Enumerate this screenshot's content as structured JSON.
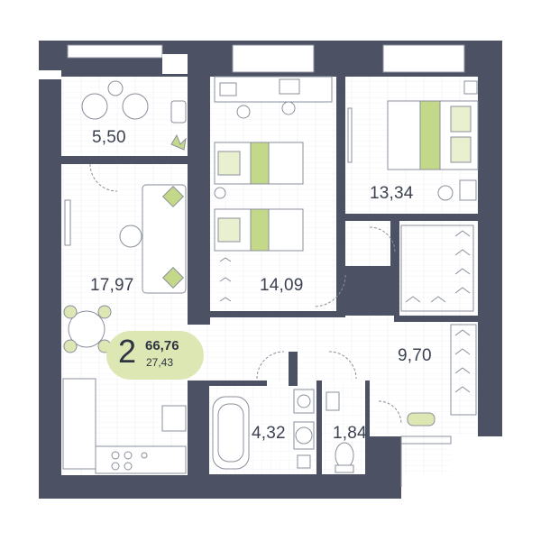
{
  "apartment": {
    "rooms": "2",
    "total_area": "66,76",
    "living_area": "27,43"
  },
  "areas": {
    "balcony": "5,50",
    "living_kitchen": "17,97",
    "kids_bedroom": "14,09",
    "master_bedroom": "13,34",
    "hallway": "9,70",
    "bathroom": "4,32",
    "toilet": "1,84"
  },
  "colors": {
    "wall": "#4c5264",
    "floor": "#ffffff",
    "accent": "#c4d88a",
    "accent_light": "#dde7b3",
    "furniture_line": "#8a8f9c"
  }
}
